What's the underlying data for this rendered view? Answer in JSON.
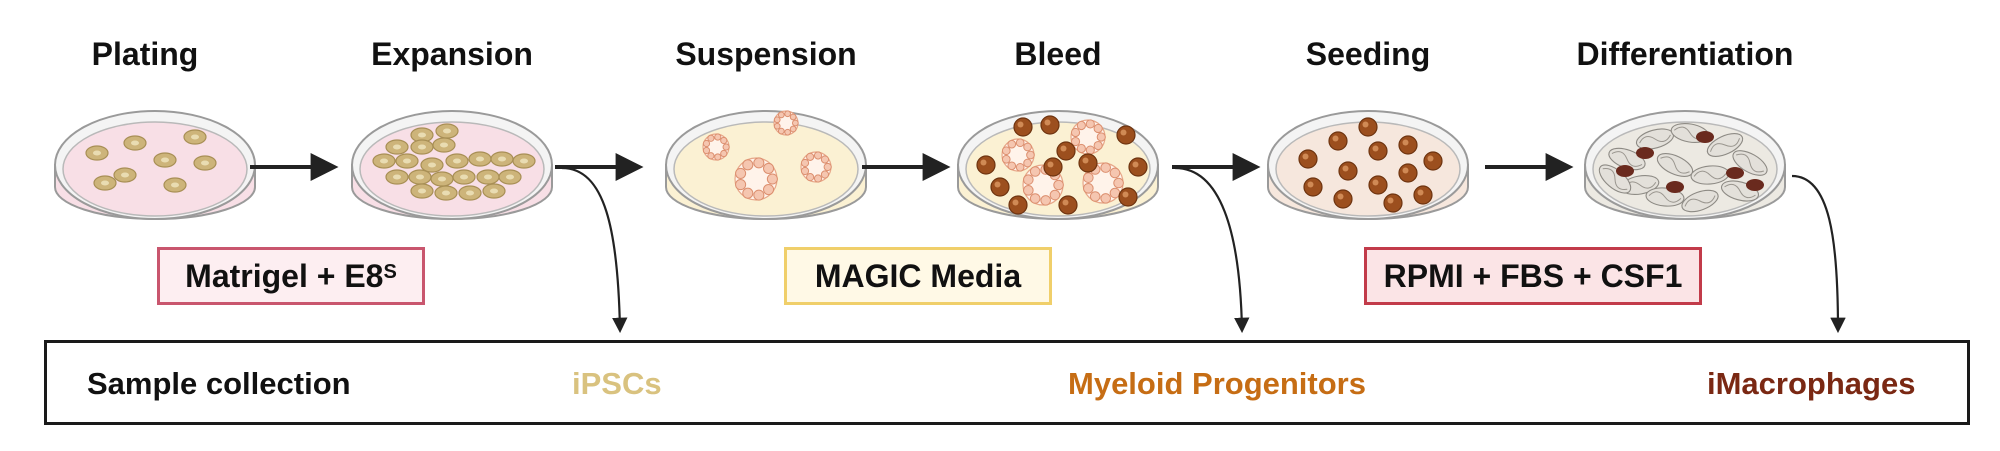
{
  "stages": [
    {
      "title": "Plating",
      "dish": "pink",
      "cells": "few"
    },
    {
      "title": "Expansion",
      "dish": "pink",
      "cells": "many"
    },
    {
      "title": "Suspension",
      "dish": "yellow",
      "cells": "embryoid-small"
    },
    {
      "title": "Bleed",
      "dish": "yellow",
      "cells": "embryoid-progenitors"
    },
    {
      "title": "Seeding",
      "dish": "beige",
      "cells": "progenitors"
    },
    {
      "title": "Differentiation",
      "dish": "gray",
      "cells": "macrophages"
    }
  ],
  "media": [
    {
      "label": "Matrigel + E8",
      "sup": "S",
      "border": "#c9566e",
      "fill": "#fdeef1"
    },
    {
      "label": "MAGIC Media",
      "sup": "",
      "border": "#f0cf6a",
      "fill": "#fff9e6"
    },
    {
      "label": "RPMI + FBS + CSF1",
      "sup": "",
      "border": "#c23b4a",
      "fill": "#fbe4e6"
    }
  ],
  "sample": {
    "title": "Sample collection",
    "items": [
      {
        "label": "iPSCs",
        "color": "#d9c27f"
      },
      {
        "label": "Myeloid Progenitors",
        "color": "#c66d14"
      },
      {
        "label": "iMacrophages",
        "color": "#7a2813"
      }
    ]
  },
  "colors": {
    "dish_pink": "#f8dfe6",
    "dish_yellow": "#fbf1d3",
    "dish_beige": "#f6e7dd",
    "dish_gray": "#ece9e2",
    "ipsc_cell": "#cdb47a",
    "progenitor_cell": "#9c4f1e",
    "macrophage_cell": "#6a2a1e",
    "arrow": "#222222"
  }
}
